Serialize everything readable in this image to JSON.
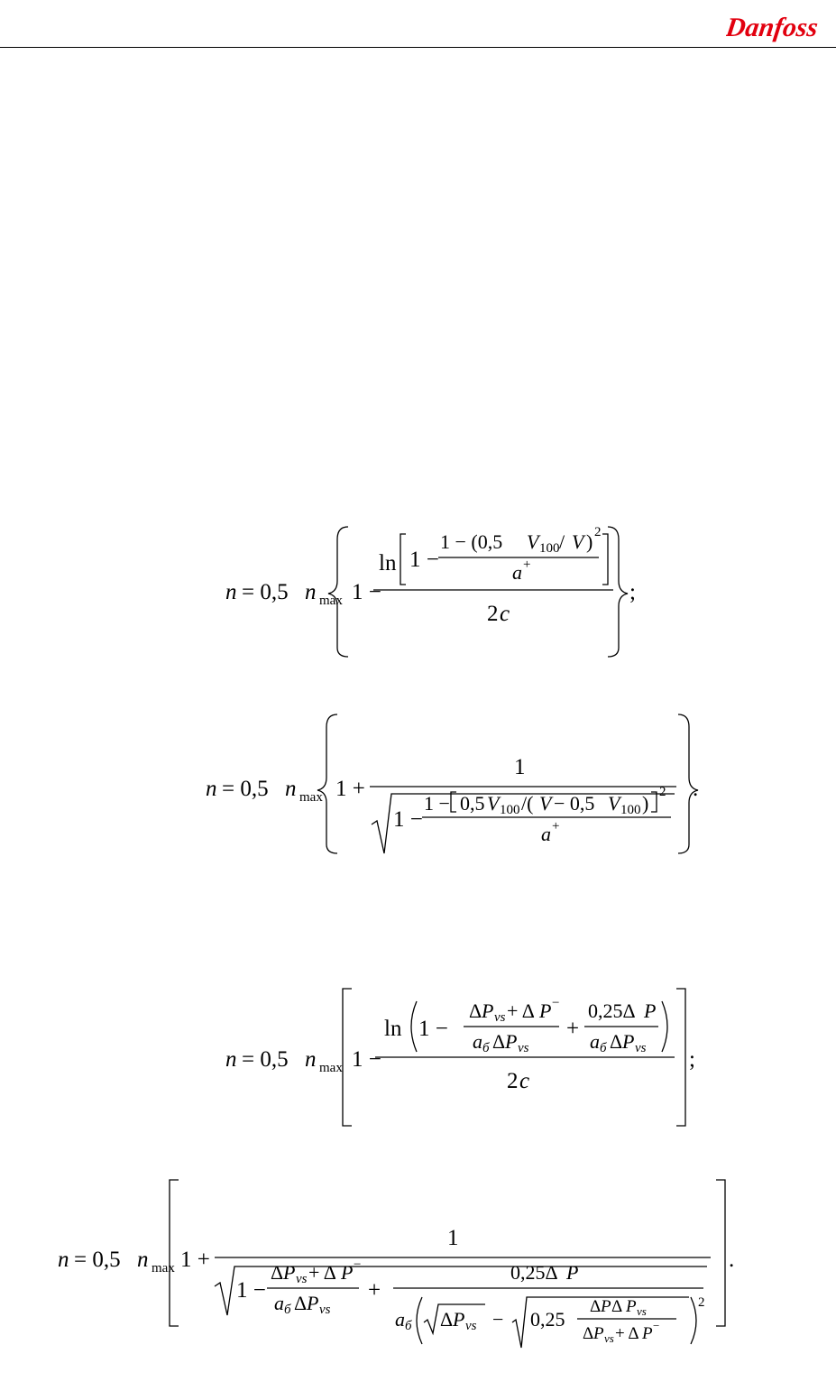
{
  "header": {
    "logo": {
      "text": "Danfoss",
      "color": "#e2000f"
    }
  },
  "formulas": [
    {
      "lhs": {
        "n": "n",
        "eq": "= 0,5",
        "n2": "n",
        "sub": "max"
      },
      "one": "1 −",
      "ln": "ln",
      "one_inner": "1 −",
      "num_one": "1 − (0,5",
      "num_V": "V",
      "num_sub100": "100",
      "num_slash": " / ",
      "num_V2": "V",
      "num_close": ")",
      "sq": "2",
      "den_a": "a",
      "den_sup": "+",
      "c_two": "2",
      "c_var": "c",
      "terminator": ";"
    },
    {
      "lhs": {
        "n": "n",
        "eq": "= 0,5",
        "n2": "n",
        "sub": "max"
      },
      "one_plus": "1 +",
      "num_one": "1",
      "root_one": "1 −",
      "inner_num": "1 −",
      "inner_a": "0,5",
      "inner_V": "V",
      "inner_100": "100",
      "inner_mid": " /(",
      "inner_V2": "V",
      "inner_minus": " − 0,5",
      "inner_V3": "V",
      "inner_100b": "100",
      "inner_close": ")",
      "sq": "2",
      "den_a": "a",
      "den_sup": "+",
      "terminator": "."
    },
    {
      "lhs": {
        "n": "n",
        "eq": "= 0,5",
        "n2": "n",
        "sub": "max"
      },
      "one": "1 −",
      "ln": "ln",
      "one_inner": "1 −",
      "f1_num_a": "Δ",
      "f1_num_P": "P",
      "f1_num_vs": "vs",
      "f1_num_plus": " + Δ",
      "f1_num_P2": "P",
      "f1_num_minus_sup": "−",
      "f1_den_a": "a",
      "f1_den_b": "б",
      "f1_den_d": "Δ",
      "f1_den_P": "P",
      "f1_den_vs": "vs",
      "plus": "+",
      "f2_num": "0,25Δ",
      "f2_num_P": "P",
      "f2_den_a": "a",
      "f2_den_b": "б",
      "f2_den_d": "Δ",
      "f2_den_P": "P",
      "f2_den_vs": "vs",
      "c_two": "2",
      "c_var": "c",
      "terminator": ";"
    },
    {
      "lhs": {
        "n": "n",
        "eq": "= 0,5",
        "n2": "n",
        "sub": "max"
      },
      "one_plus": "1 +",
      "num_one": "1",
      "root_one": "1 −",
      "f1_num_a": "Δ",
      "f1_num_P": "P",
      "f1_num_vs": "vs",
      "f1_num_plus": " + Δ",
      "f1_num_P2": "P",
      "f1_num_minus_sup": "−",
      "f1_den_a": "a",
      "f1_den_b": "б",
      "f1_den_d": "Δ",
      "f1_den_P": "P",
      "f1_den_vs": "vs",
      "plus": "+",
      "f2_num": "0,25Δ",
      "f2_num_P": "P",
      "f2_den_a": "a",
      "f2_den_b": "б",
      "f2_den_d": "Δ",
      "f2_den_P": "P",
      "f2_den_vs": "vs",
      "minus": "−",
      "r2_val": "0,25",
      "r2_num_d": "Δ",
      "r2_num_P": "P",
      "r2_num_d2": " Δ",
      "r2_num_P2": "P",
      "r2_num_vs": "vs",
      "r2_den_d": "Δ",
      "r2_den_P": "P",
      "r2_den_vs": "vs",
      "r2_den_plus": " + Δ",
      "r2_den_P2": "P",
      "r2_den_sup": "−",
      "sq": "2",
      "terminator": "."
    }
  ]
}
